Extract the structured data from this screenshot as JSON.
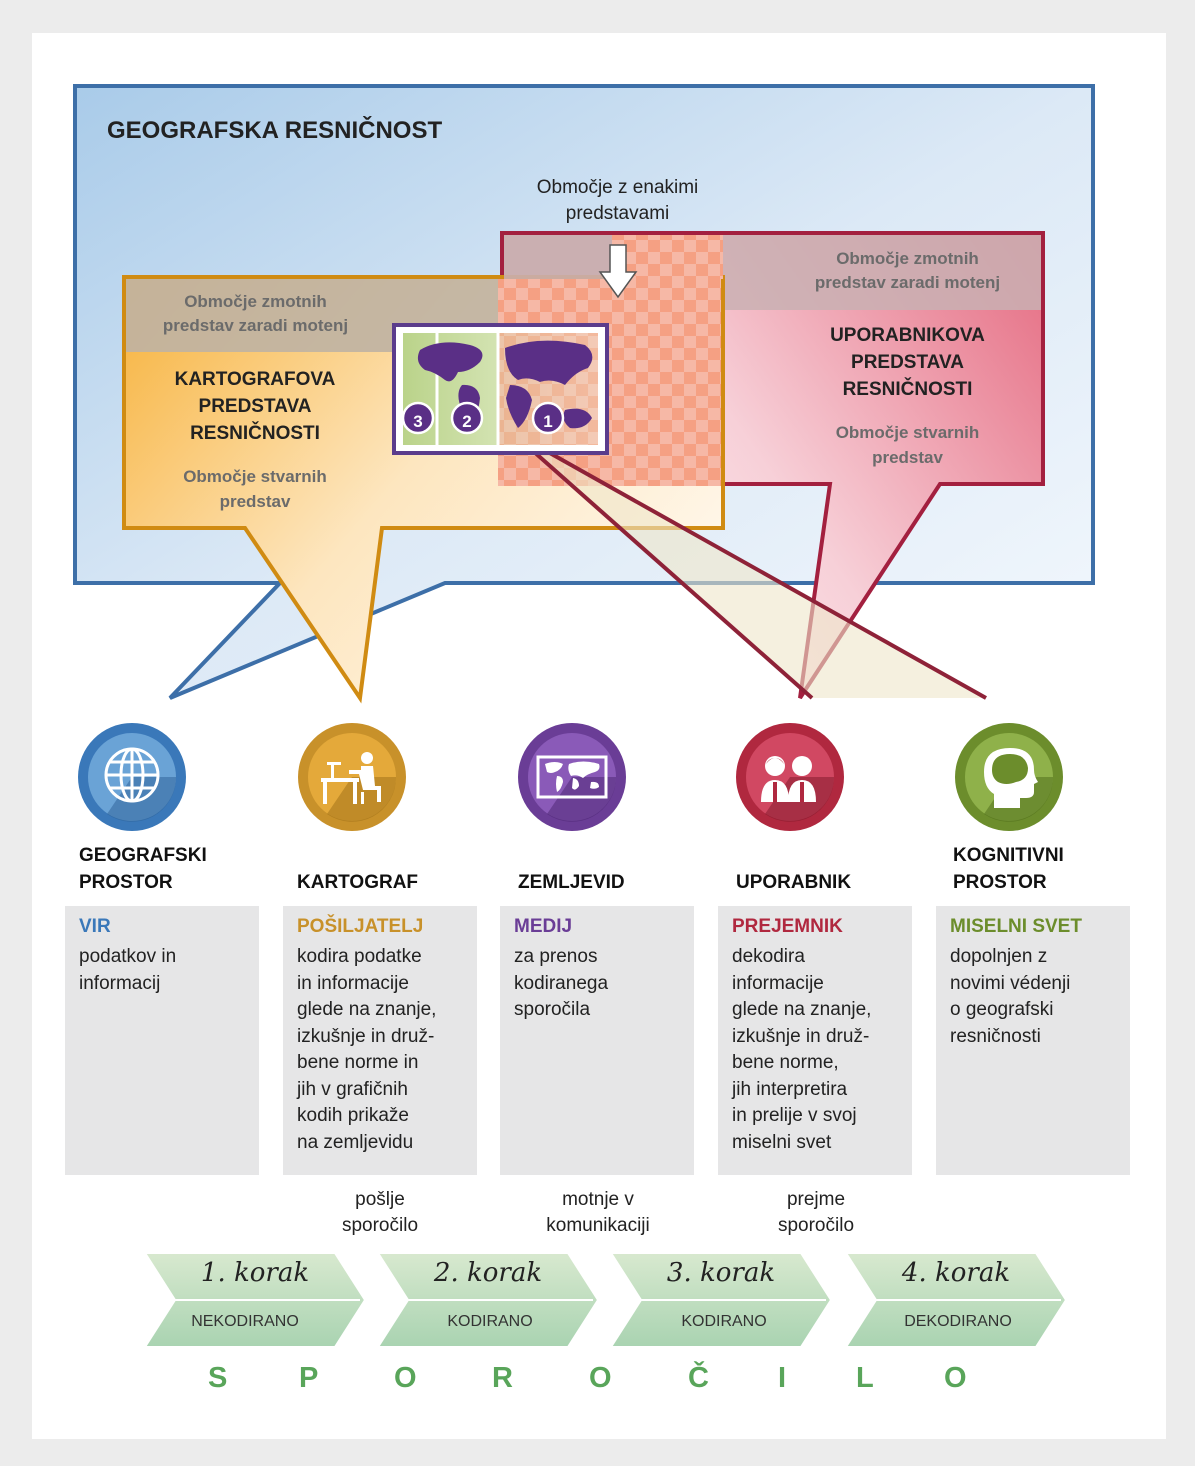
{
  "diagram": {
    "geo_title": "GEOGRAFSKA RESNIČNOST",
    "same_area": [
      "Območje z enakimi",
      "predstavami"
    ],
    "blur_left": [
      "Območje zmotnih",
      "predstav zaradi motenj"
    ],
    "blur_right": [
      "Območje zmotnih",
      "predstav zaradi motenj"
    ],
    "rep_left": [
      "KARTOGRAFOVA",
      "PREDSTAVA",
      "RESNIČNOSTI"
    ],
    "rep_right": [
      "UPORABNIKOVA",
      "PREDSTAVA",
      "RESNIČNOSTI"
    ],
    "real_left": [
      "Območje stvarnih",
      "predstav"
    ],
    "real_right": [
      "Območje stvarnih",
      "predstav"
    ],
    "map_numbers": [
      "3",
      "2",
      "1"
    ]
  },
  "actors": [
    {
      "icon": "globe-icon",
      "color": "#3a78b9",
      "head": [
        "GEOGRAFSKI",
        "PROSTOR"
      ],
      "key": "VIR",
      "desc": [
        "podatkov in",
        "informacij"
      ]
    },
    {
      "icon": "cartographer-desk-icon",
      "color": "#c8912a",
      "head": [
        "KARTOGRAF"
      ],
      "key": "POŠILJATELJ",
      "desc": [
        "kodira podatke",
        "in informacije",
        "glede na znanje,",
        "izkušnje in druž-",
        "bene norme in",
        "jih v grafičnih",
        "kodih prikaže",
        "na zemljevidu"
      ]
    },
    {
      "icon": "world-map-icon",
      "color": "#6a3d96",
      "head": [
        "ZEMLJEVID"
      ],
      "key": "MEDIJ",
      "desc": [
        "za prenos",
        "kodiranega",
        "sporočila"
      ]
    },
    {
      "icon": "users-icon",
      "color": "#b0283f",
      "head": [
        "UPORABNIK"
      ],
      "key": "PREJEMNIK",
      "desc": [
        "dekodira",
        "informacije",
        "glede na znanje,",
        "izkušnje in druž-",
        "bene norme,",
        "jih interpretira",
        "in prelije v svoj",
        "miselni svet"
      ]
    },
    {
      "icon": "head-brain-icon",
      "color": "#6c8d2c",
      "head": [
        "KOGNITIVNI",
        "PROSTOR"
      ],
      "key": "MISELNI SVET",
      "desc": [
        "dopolnjen z",
        "novimi védenji",
        "o geografski",
        "resničnosti"
      ]
    }
  ],
  "notes": [
    [
      "pošlje",
      "sporočilo"
    ],
    [
      "motnje v",
      "komunikaciji"
    ],
    [
      "prejme",
      "sporočilo"
    ]
  ],
  "steps": [
    {
      "label": "1. korak",
      "state": "NEKODIRANO"
    },
    {
      "label": "2. korak",
      "state": "KODIRANO"
    },
    {
      "label": "3. korak",
      "state": "KODIRANO"
    },
    {
      "label": "4. korak",
      "state": "DEKODIRANO"
    }
  ],
  "message_letters": [
    "S",
    "P",
    "O",
    "R",
    "O",
    "Č",
    "I",
    "L",
    "O"
  ]
}
